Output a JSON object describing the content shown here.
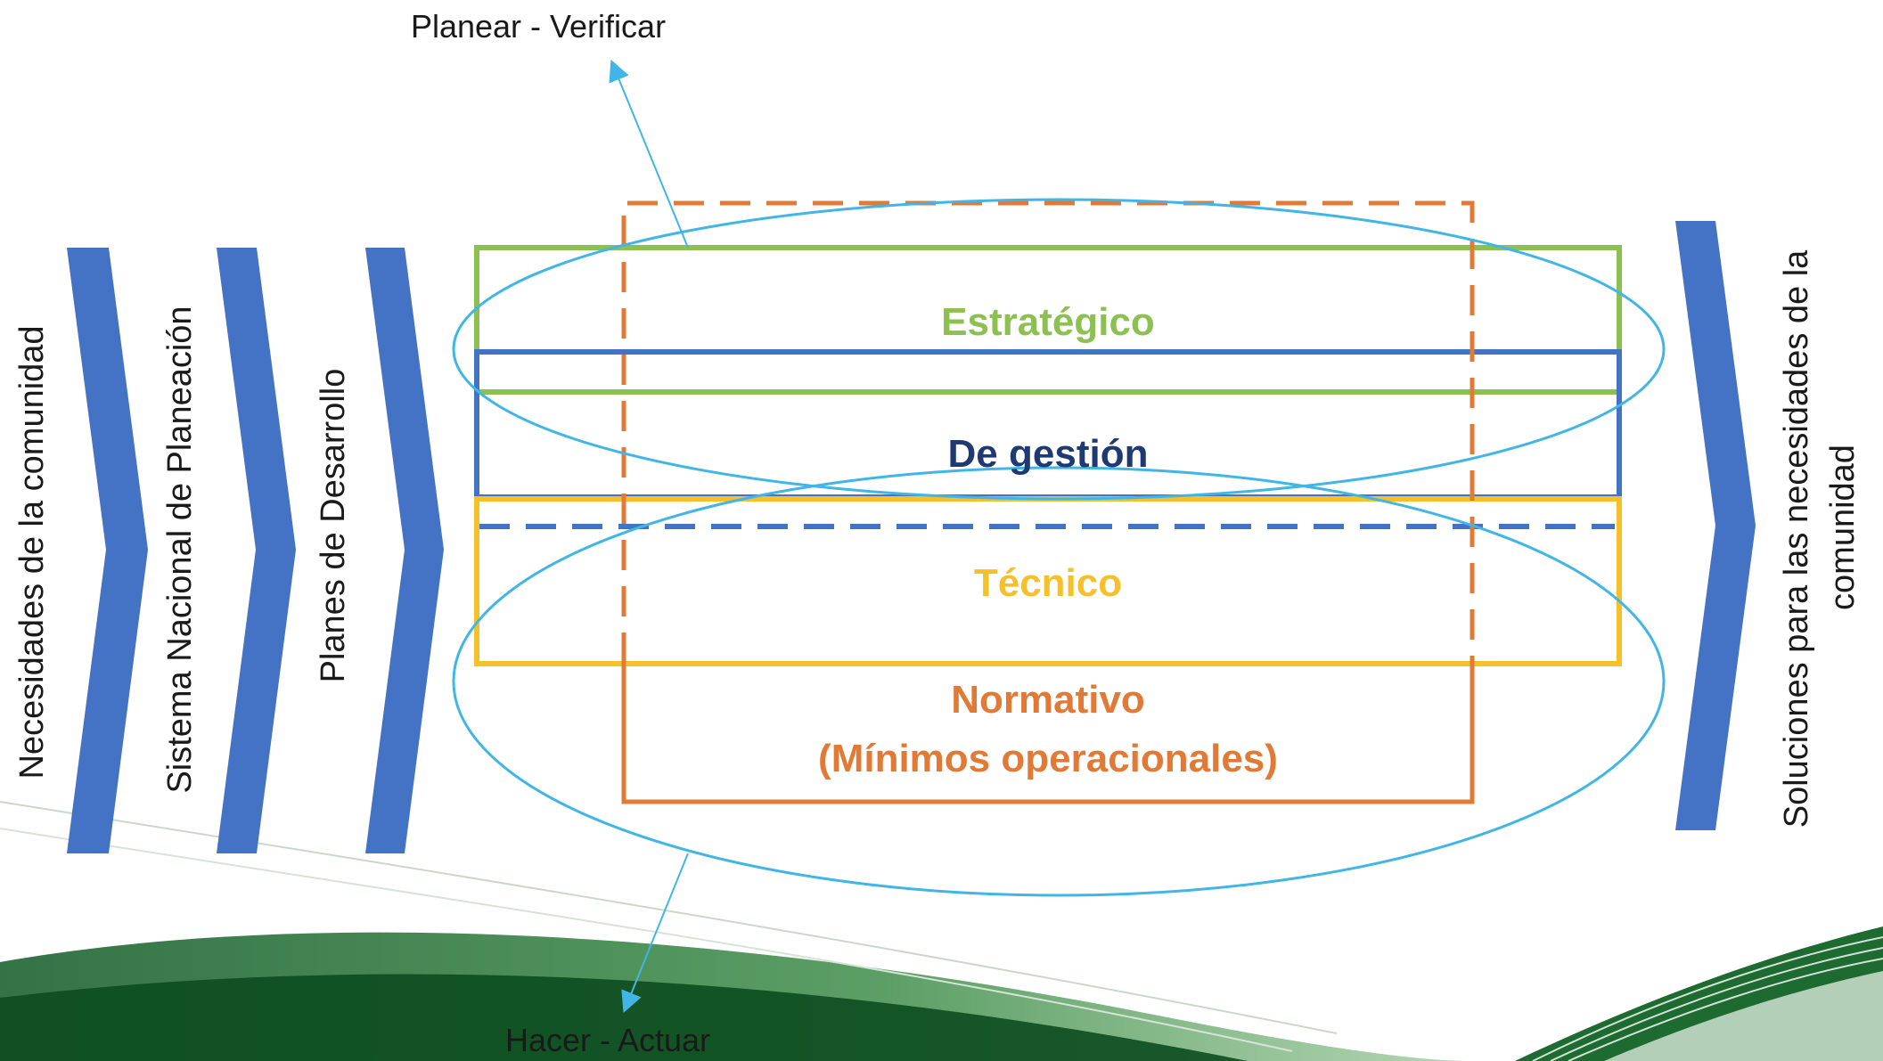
{
  "cycle": {
    "top_label": "Planear - Verificar",
    "bottom_label": "Hacer - Actuar"
  },
  "inputs": [
    {
      "label": "Necesidades de la comunidad"
    },
    {
      "label": "Sistema Nacional de Planeación"
    },
    {
      "label": "Planes de Desarrollo"
    }
  ],
  "levels": {
    "estrategico": "Estratégico",
    "gestion": "De gestión",
    "tecnico": "Técnico",
    "normativo_line1": "Normativo",
    "normativo_line2": "(Mínimos operacionales)"
  },
  "output": {
    "line1": "Soluciones para las necesidades de la",
    "line2": "comunidad"
  },
  "colors": {
    "chevron": "#4472c4",
    "estrategico": "#8cc152",
    "gestion_line": "#4472c4",
    "gestion_text": "#1f3a73",
    "tecnico": "#f5c02a",
    "normativo": "#e07a36",
    "ellipse": "#41b6e6",
    "wave_green": "#1d6b2f"
  }
}
